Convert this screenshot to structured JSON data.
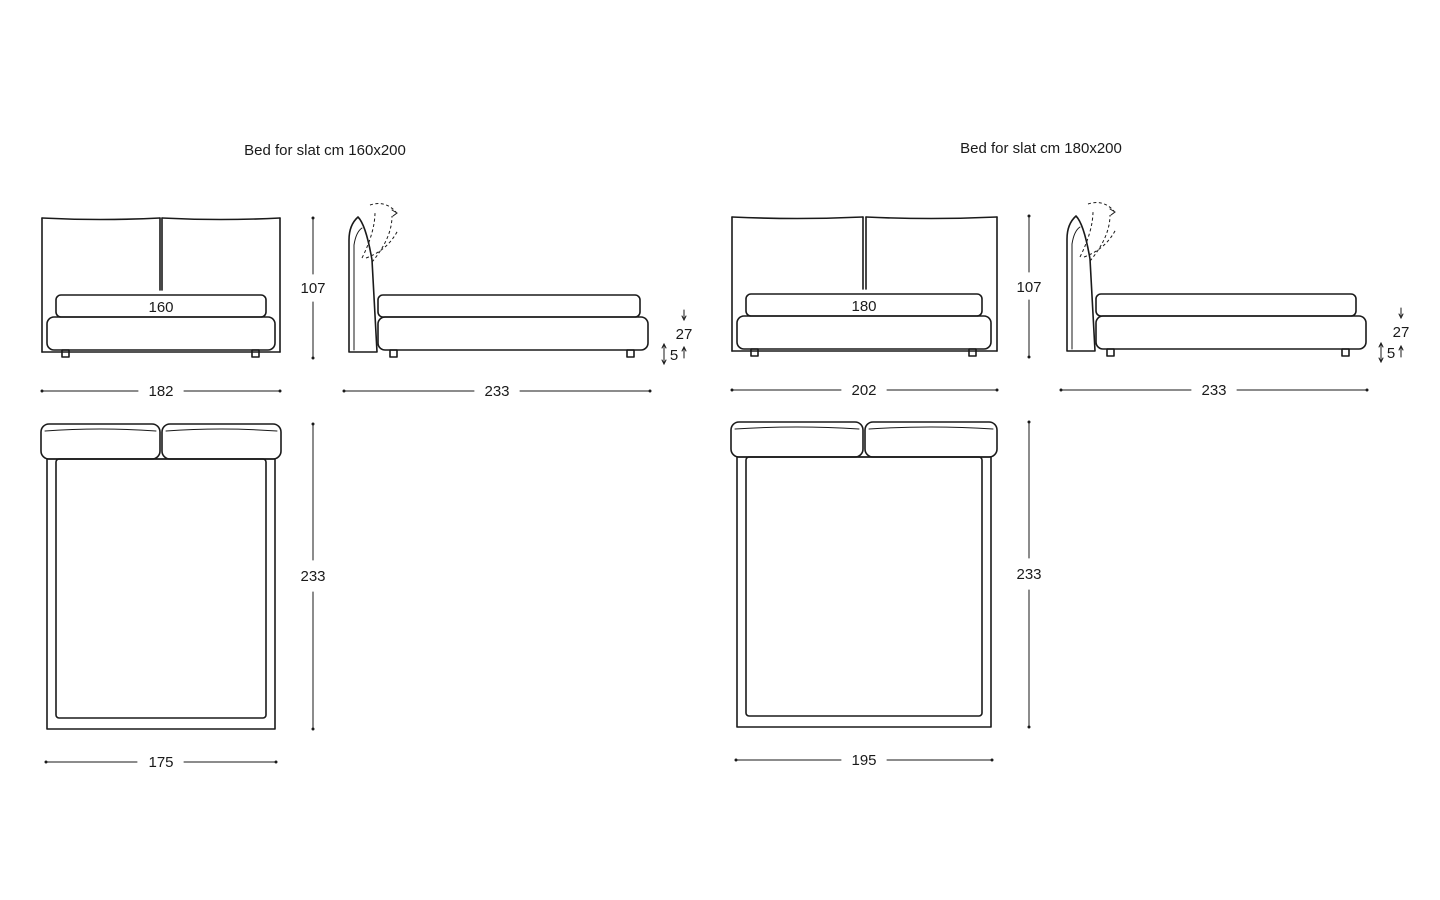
{
  "bed_160": {
    "title": "Bed for slat cm 160x200",
    "mattress_width": "160",
    "front_width": "182",
    "front_height": "107",
    "side_length": "233",
    "side_frame_height": "27",
    "side_foot_height": "5",
    "top_width": "175",
    "top_length": "233"
  },
  "bed_180": {
    "title": "Bed for slat cm 180x200",
    "mattress_width": "180",
    "front_width": "202",
    "front_height": "107",
    "side_length": "233",
    "side_frame_height": "27",
    "side_foot_height": "5",
    "top_width": "195",
    "top_length": "233"
  }
}
